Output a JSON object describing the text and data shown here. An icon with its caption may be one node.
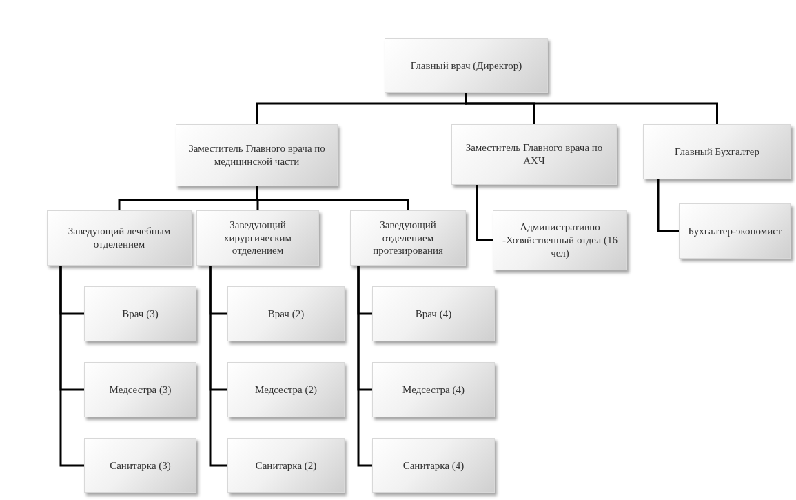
{
  "diagram": {
    "nodes": [
      {
        "text": [
          "Главный врач (Директор)"
        ]
      },
      {
        "text": [
          "Заместитель Главного врача по медицинской части"
        ]
      },
      {
        "text": [
          "Заместитель Главного врача по АХЧ"
        ]
      },
      {
        "text": [
          "Главный Бухгалтер"
        ]
      },
      {
        "text": [
          "Заведующий лечебным отделением"
        ]
      },
      {
        "text": [
          "Заведующий хирургическим отделением"
        ]
      },
      {
        "text": [
          "Заведующий отделением протезирования"
        ]
      },
      {
        "text": [
          "Административно -Хозяйственный отдел (16 чел)"
        ]
      },
      {
        "text": [
          "Бухгалтер-экономист"
        ]
      },
      {
        "text": [
          "Врач (3)"
        ]
      },
      {
        "text": [
          "Медсестра (3)"
        ]
      },
      {
        "text": [
          "Санитарка (3)"
        ]
      },
      {
        "text": [
          "Врач (2)"
        ]
      },
      {
        "text": [
          "Медсестра (2)"
        ]
      },
      {
        "text": [
          "Санитарка (2)"
        ]
      },
      {
        "text": [
          "Врач (4)"
        ]
      },
      {
        "text": [
          "Медсестра (4)"
        ]
      },
      {
        "text": [
          "Санитарка (4)"
        ]
      }
    ],
    "edges": [
      {
        "from": 0,
        "to": 1,
        "arrow": "none"
      },
      {
        "from": 0,
        "to": 2,
        "arrow": "none"
      },
      {
        "from": 0,
        "to": 3,
        "arrow": "none"
      },
      {
        "from": 1,
        "to": 4,
        "arrow": "none"
      },
      {
        "from": 1,
        "to": 5,
        "arrow": "none"
      },
      {
        "from": 1,
        "to": 6,
        "arrow": "none"
      },
      {
        "from": 2,
        "to": 7,
        "arrow": "none"
      },
      {
        "from": 3,
        "to": 8,
        "arrow": "none"
      },
      {
        "from": 4,
        "to": 9,
        "arrow": "none"
      },
      {
        "from": 4,
        "to": 10,
        "arrow": "none"
      },
      {
        "from": 4,
        "to": 11,
        "arrow": "none"
      },
      {
        "from": 5,
        "to": 12,
        "arrow": "none"
      },
      {
        "from": 5,
        "to": 13,
        "arrow": "none"
      },
      {
        "from": 5,
        "to": 14,
        "arrow": "none"
      },
      {
        "from": 6,
        "to": 15,
        "arrow": "none"
      },
      {
        "from": 6,
        "to": 16,
        "arrow": "none"
      },
      {
        "from": 6,
        "to": 17,
        "arrow": "none"
      }
    ]
  }
}
